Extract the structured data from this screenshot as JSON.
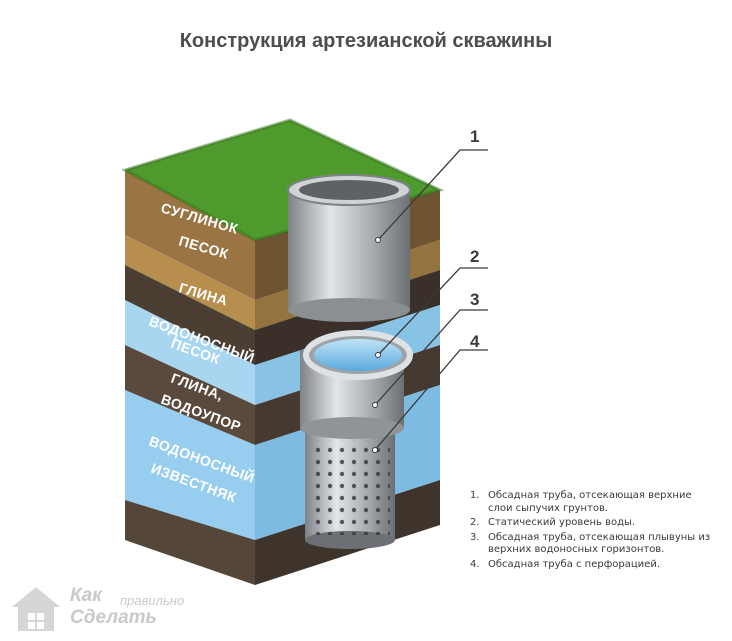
{
  "title": "Конструкция артезианской скважины",
  "layers": [
    {
      "label": "СУГЛИНОК"
    },
    {
      "label": "ПЕСОК"
    },
    {
      "label": "ГЛИНА"
    },
    {
      "label_line1": "ВОДОНОСНЫЙ",
      "label_line2": "ПЕСОК"
    },
    {
      "label_line1": "ГЛИНА,",
      "label_line2": "ВОДОУПОР"
    },
    {
      "label_line1": "ВОДОНОСНЫЙ",
      "label_line2": "ИЗВЕСТНЯК"
    }
  ],
  "callouts": [
    "1",
    "2",
    "3",
    "4"
  ],
  "legend": [
    {
      "num": "1.",
      "text": "Обсадная труба, отсекающая верхние слои сыпучих грунтов."
    },
    {
      "num": "2.",
      "text": "Статический уровень воды."
    },
    {
      "num": "3.",
      "text": "Обсадная труба, отсекающая плывуны из верхних водоносных горизонтов."
    },
    {
      "num": "4.",
      "text": "Обсадная труба с перфорацией."
    }
  ],
  "logo": {
    "line1a": "Как",
    "line1b": "правильно",
    "line2": "Сделать"
  },
  "colors": {
    "grass": "#4f9a2c",
    "loam": "#8a6a3c",
    "sand": "#b08a4a",
    "clay": "#4a3f36",
    "water": "#7fc3ea",
    "pipe": "#b8bcc0"
  }
}
